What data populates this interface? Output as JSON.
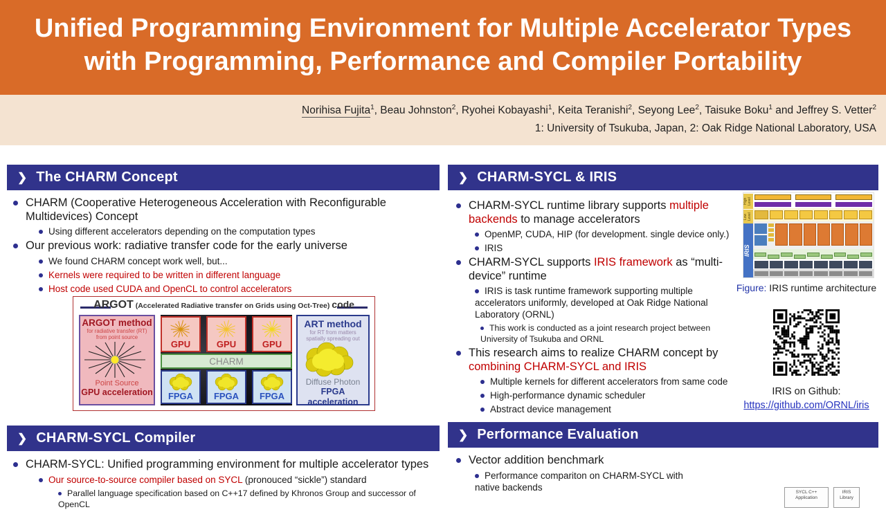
{
  "icons": {
    "chevron": "❯"
  },
  "header": {
    "title_line1": "Unified Programming Environment for Multiple Accelerator Types",
    "title_line2": "with Programming, Performance and Compiler Portability"
  },
  "authors": {
    "segments": [
      {
        "text": "Norihisa Fujita",
        "underline": true
      },
      {
        "text": "1",
        "sup": true
      },
      {
        "text": ", Beau Johnston"
      },
      {
        "text": "2",
        "sup": true
      },
      {
        "text": ", Ryohei Kobayashi"
      },
      {
        "text": "1",
        "sup": true
      },
      {
        "text": ", Keita Teranishi"
      },
      {
        "text": "2",
        "sup": true
      },
      {
        "text": ", Seyong Lee"
      },
      {
        "text": "2",
        "sup": true
      },
      {
        "text": ", Taisuke Boku"
      },
      {
        "text": "1",
        "sup": true
      },
      {
        "text": " and Jeffrey S. Vetter"
      },
      {
        "text": "2",
        "sup": true
      }
    ],
    "affiliation": "1: University of Tsukuba, Japan, 2: Oak Ridge National Laboratory, USA"
  },
  "charm_concept": {
    "title": "The CHARM Concept",
    "b1": "CHARM (Cooperative Heterogeneous Acceleration with Reconfigurable Multidevices) Concept",
    "b1_s1": "Using different accelerators depending on the computation types",
    "b2": "Our previous work: radiative transfer code for the early universe",
    "b2_s1": "We found CHARM concept work well, but...",
    "b2_s2": "Kernels were required to be written in different language",
    "b2_s3": "Host code used CUDA and OpenCL to control accelerators"
  },
  "argot": {
    "title_main": "ARGOT",
    "title_paren": " (Accelerated Radiative transfer on Grids using Oct-Tree) ",
    "title_code": "code",
    "left": {
      "title": "ARGOT method",
      "sub1": "for radiative transfer (RT)",
      "sub2": "from point source",
      "cap1": "Point Source",
      "cap2": "GPU acceleration"
    },
    "middle": {
      "gpu": "GPU",
      "charm": "CHARM",
      "fpga": "FPGA"
    },
    "right": {
      "title": "ART method",
      "sub1": "for RT from matters",
      "sub2": "spatially spreading out",
      "cap1": "Diffuse Photon",
      "cap2": "FPGA acceleration"
    }
  },
  "compiler": {
    "title": "CHARM-SYCL Compiler",
    "b1": "CHARM-SYCL: Unified programming environment for multiple accelerator types",
    "b1_s1_red": "Our source-to-source compiler based on SYCL",
    "b1_s1_rest": " (pronouced “sickle”) standard",
    "b1_s2": "Parallel language specification based on C++17 defined by Khronos Group and successor of OpenCL"
  },
  "iris": {
    "title": "CHARM-SYCL & IRIS",
    "b1_pre": "CHARM-SYCL runtime library supports ",
    "b1_red": "multiple backends",
    "b1_post": " to manage accelerators",
    "b1_s1": "OpenMP, CUDA, HIP (for development. single device only.)",
    "b1_s2": "IRIS",
    "b2_pre": "CHARM-SYCL supports ",
    "b2_red": "IRIS framework",
    "b2_post": " as “multi-device” runtime",
    "b2_s1": "IRIS is task runtime framework supporting multiple accelerators uniformly, developed at Oak Ridge National Laboratory (ORNL)",
    "b2_s1_1": "This work is conducted as a joint research project between University of Tsukuba and ORNL",
    "b3_pre": "This research aims to realize CHARM concept by ",
    "b3_red": "combining CHARM-SYCL and IRIS",
    "b3_s1": "Multiple kernels for different accelerators from same code",
    "b3_s2": "High-performance dynamic scheduler",
    "b3_s3": "Abstract device management",
    "figure_label": "Figure:",
    "figure_caption": " IRIS runtime architecture",
    "iris_sidebar": "IRIS",
    "sidebar_high": "High Level",
    "sidebar_low": "Low Level",
    "github_label": "IRIS on Github:",
    "github_url": "https://github.com/ORNL/iris"
  },
  "perf": {
    "title": "Performance Evaluation",
    "b1": "Vector addition benchmark",
    "b1_s1": "Performance compariton on CHARM-SYCL with native backends",
    "box1_l1": "SYCL C++",
    "box1_l2": "Application",
    "box2_l1": "IRIS",
    "box2_l2": "Library"
  },
  "colors": {
    "header_orange": "#D96B28",
    "author_beige": "#F4E3D1",
    "section_navy": "#31338B",
    "accent_red": "#C00000",
    "link_blue": "#2633BF"
  }
}
